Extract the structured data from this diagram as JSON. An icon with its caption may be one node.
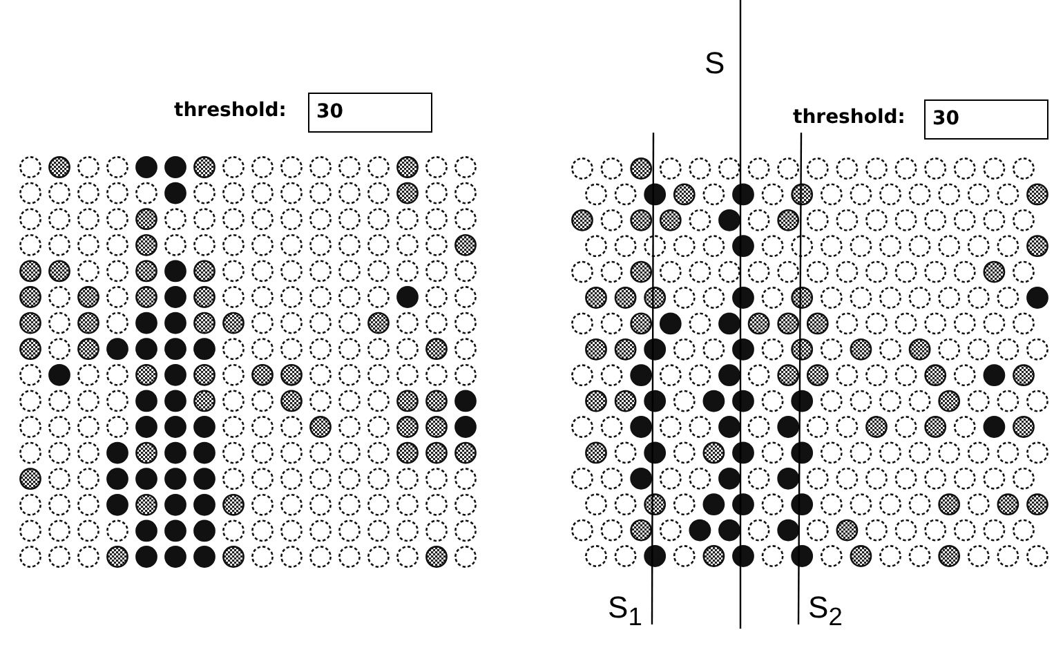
{
  "diagram": {
    "labels": [
      "threshold:",
      "30",
      "threshold:",
      "30",
      "S",
      "S$_{1}$",
      "S$_{2}$"
    ]
  }
}
